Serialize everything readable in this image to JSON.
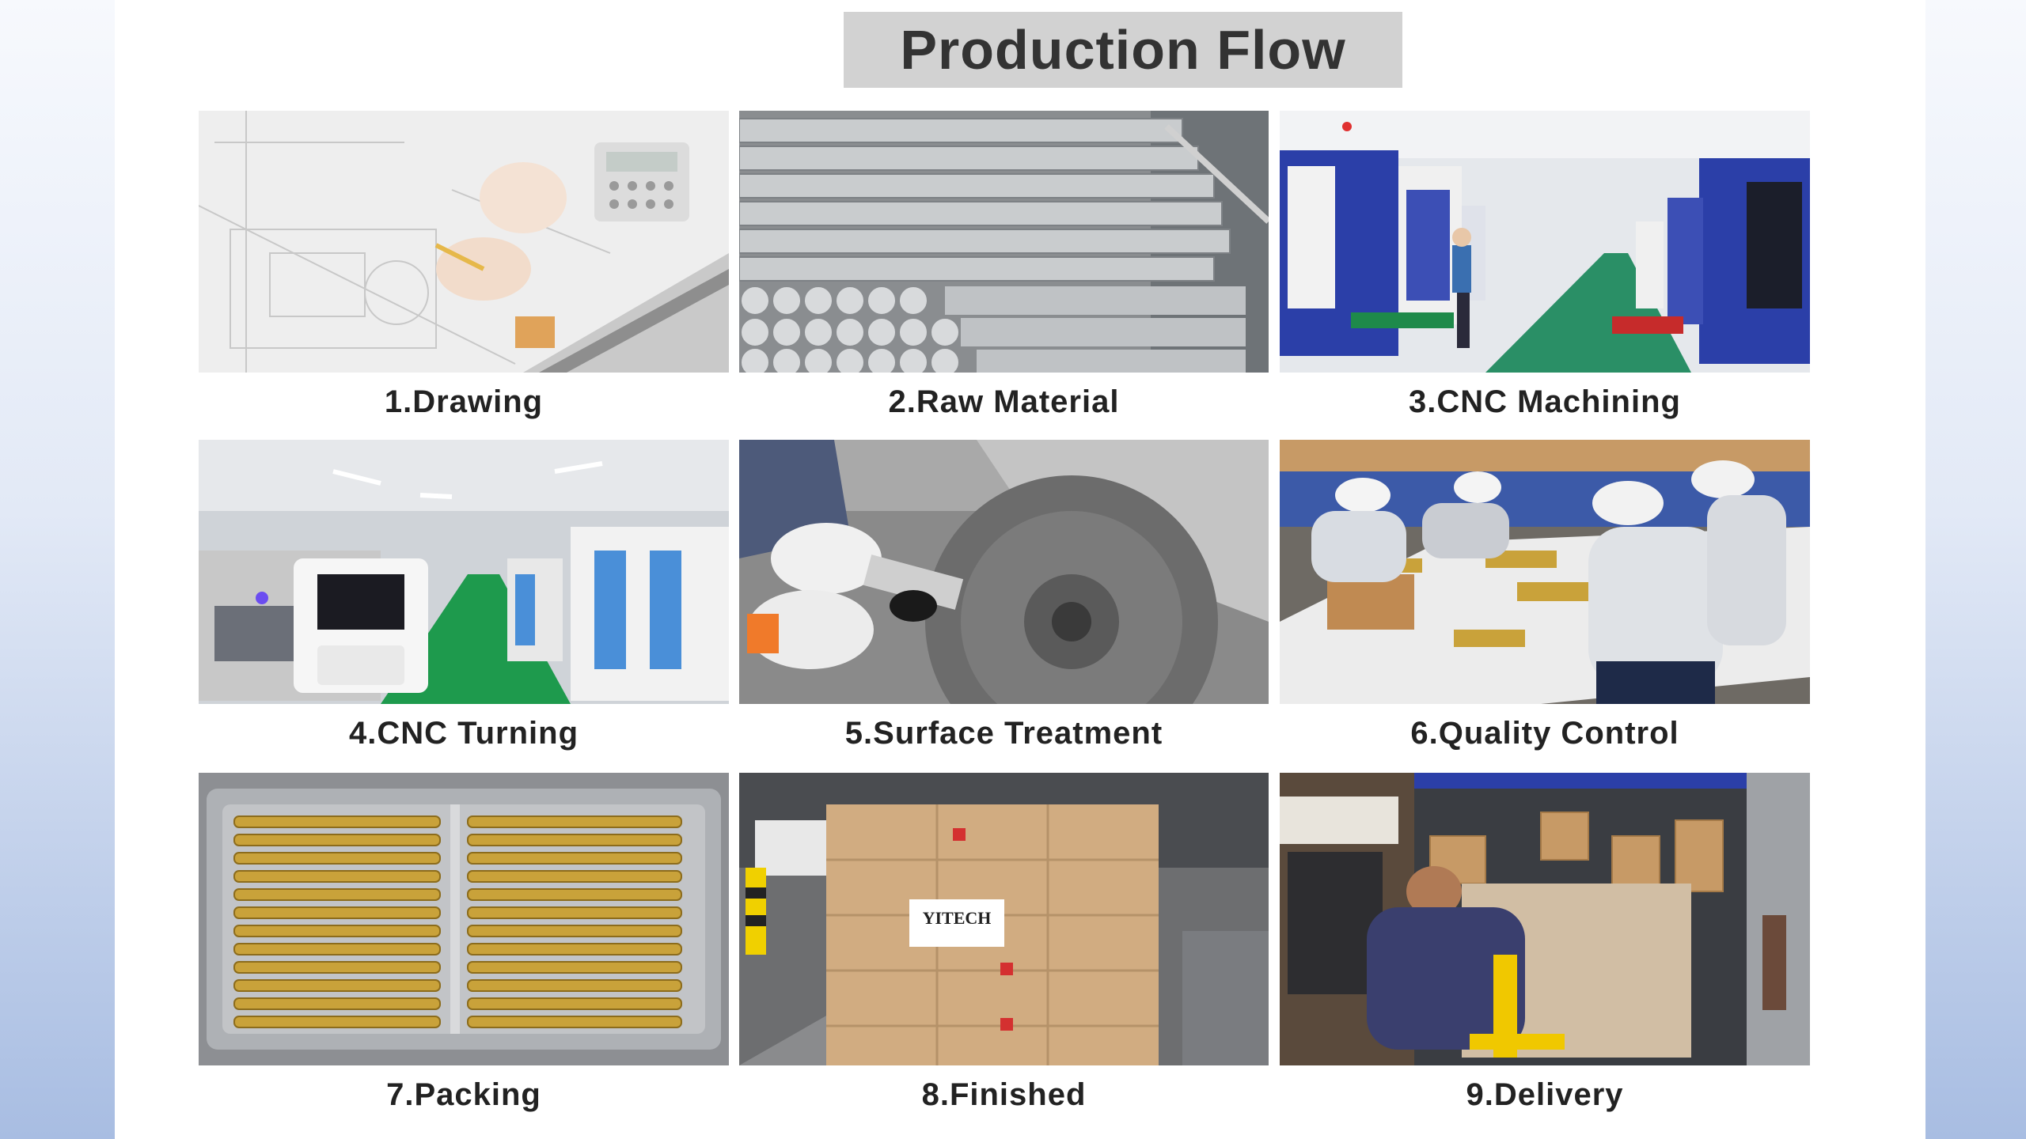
{
  "title": "Production Flow",
  "steps": [
    {
      "label": "1.Drawing"
    },
    {
      "label": "2.Raw Material"
    },
    {
      "label": "3.CNC Machining"
    },
    {
      "label": "4.CNC Turning"
    },
    {
      "label": "5.Surface Treatment"
    },
    {
      "label": "6.Quality Control"
    },
    {
      "label": "7.Packing"
    },
    {
      "label": "8.Finished"
    },
    {
      "label": "9.Delivery"
    }
  ],
  "box_label": "YITECH",
  "colors": {
    "title_bg": "#d2d2d2",
    "title_text": "#333333",
    "caption_text": "#222222",
    "machine_blue": "#2b3fa8",
    "floor_green": "#1f9a4e",
    "brass": "#c9a23a",
    "cardboard": "#c79a66"
  }
}
